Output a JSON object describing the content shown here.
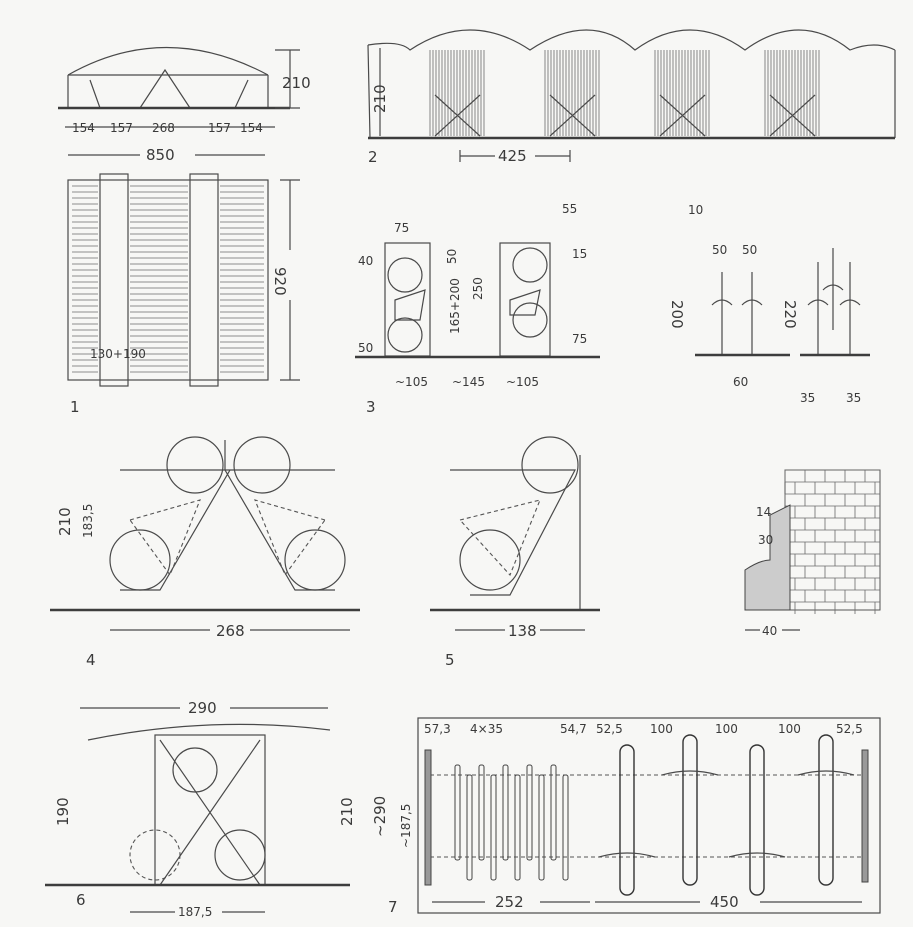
{
  "figures": {
    "fig1": {
      "number": "1",
      "height": "210",
      "bays": [
        "154",
        "157",
        "268",
        "157",
        "154"
      ],
      "width": "850",
      "depth": "920",
      "gap": "130+190"
    },
    "fig2": {
      "number": "2",
      "height": "210",
      "spacing": "425"
    },
    "fig3": {
      "number": "3",
      "w75": "75",
      "d40": "40",
      "d50": "50",
      "hook50": "50",
      "range": "165+200",
      "total": "250",
      "off55": "55",
      "d15": "15",
      "d75": "75",
      "spans": [
        "~105",
        "~145",
        "~105"
      ]
    },
    "fig_handlebars": {
      "d10": "10",
      "d50a": "50",
      "d50b": "50",
      "h200": "200",
      "h220": "220",
      "w60": "60",
      "d35a": "35",
      "d35b": "35"
    },
    "fig4": {
      "number": "4",
      "h210": "210",
      "h183": "183,5",
      "width": "268"
    },
    "fig5": {
      "number": "5",
      "width": "138"
    },
    "wall": {
      "d14": "14",
      "d30": "30",
      "d40": "40"
    },
    "fig6": {
      "number": "6",
      "roof": "290",
      "h190": "190",
      "h210": "210",
      "base": "187,5"
    },
    "fig7": {
      "number": "7",
      "top": [
        "57,3",
        "4×35",
        "54,7",
        "52,5",
        "100",
        "100",
        "100",
        "52,5"
      ],
      "depth": "~290",
      "inner": "~187,5",
      "left": "252",
      "right": "450"
    }
  }
}
